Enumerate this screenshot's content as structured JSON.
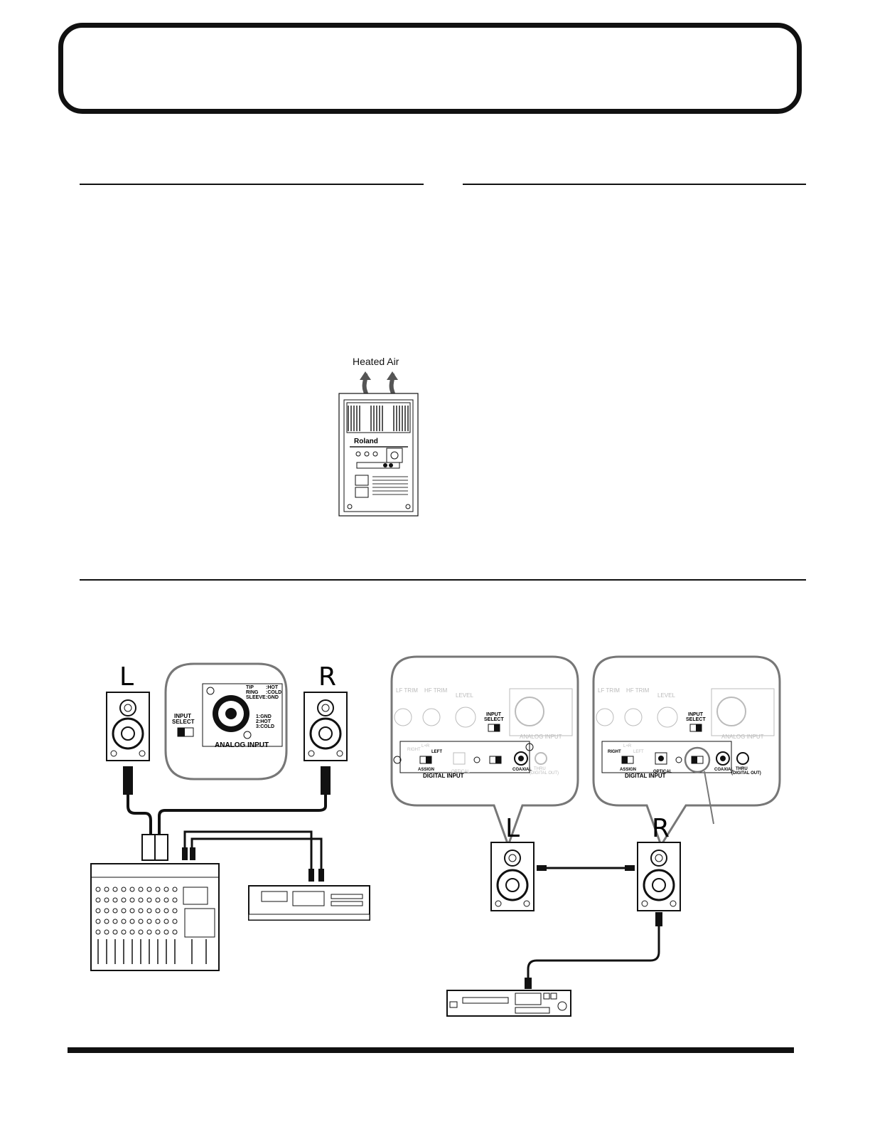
{
  "figure_top": {
    "label": "Heated Air",
    "unit_brand": "Roland"
  },
  "analog_diagram": {
    "left_label": "L",
    "right_label": "R",
    "input_select": "INPUT SELECT",
    "input_select_line1": "INPUT",
    "input_select_line2": "SELECT",
    "tip": "TIP",
    "ring": "RING",
    "sleeve": "SLEEVE",
    "hot": ":HOT",
    "cold": ":COLD",
    "gnd": ":GND",
    "pin1": "1:GND",
    "pin2": "2:HOT",
    "pin3": "3:COLD",
    "analog_input": "ANALOG INPUT"
  },
  "digital_diagram": {
    "left_label": "L",
    "right_label": "R",
    "lf_trim": "LF TRIM",
    "hf_trim": "HF TRIM",
    "level": "LEVEL",
    "input_select_line1": "INPUT",
    "input_select_line2": "SELECT",
    "analog_input": "ANALOG INPUT",
    "right": "RIGHT",
    "lr": "L+R",
    "left": "LEFT",
    "assign": "ASSIGN",
    "optical": "OPTICAL",
    "coaxial": "COAXIAL",
    "thru": "THRU",
    "digital_out": "(DIGITAL OUT)",
    "digital_input": "DIGITAL INPUT"
  }
}
